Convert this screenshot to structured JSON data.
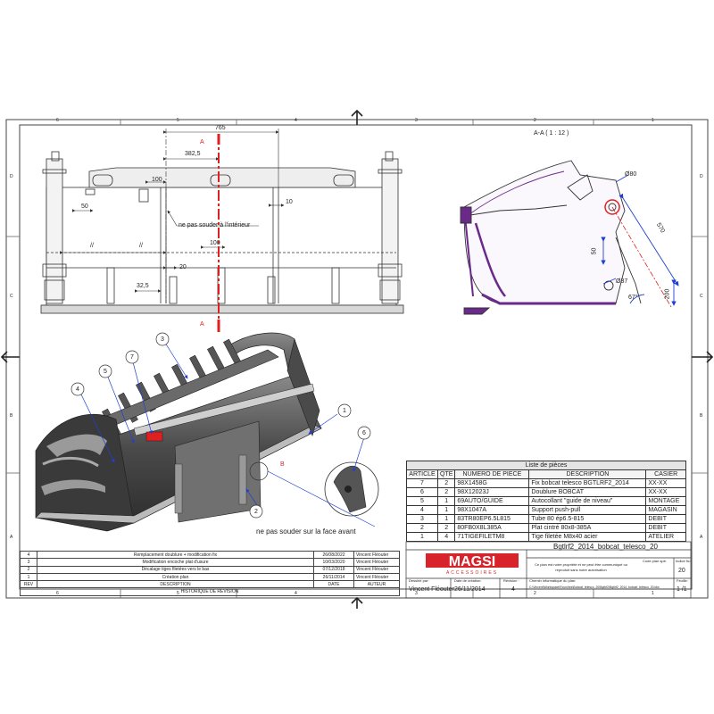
{
  "drawing": {
    "zone_numbers_top": [
      "6",
      "5",
      "4",
      "3",
      "2",
      "1"
    ],
    "zone_numbers_bottom": [
      "6",
      "5",
      "4",
      "3",
      "2",
      "1"
    ],
    "zone_letters_left": [
      "D",
      "C",
      "B",
      "A"
    ],
    "zone_letters_right": [
      "D",
      "C",
      "B",
      "A"
    ],
    "front_view": {
      "dim_765": "765",
      "dim_382": "382,5",
      "dim_100a": "100",
      "dim_50": "50",
      "dim_10": "10",
      "dim_100b": "100",
      "dim_20": "20",
      "dim_32": "32,5",
      "marker_A": "A",
      "note_inside": "ne pas souder à l'intérieur",
      "mark_equal": "//"
    },
    "section": {
      "title": "A-A ( 1 : 12 )",
      "dim_d80": "Ø80",
      "dim_570": "570",
      "dim_50": "50",
      "dim_d37": "Ø37",
      "dim_200": "200",
      "dim_67": "67°"
    },
    "iso_view": {
      "balloons": [
        "1",
        "2",
        "3",
        "4",
        "5",
        "6",
        "7"
      ],
      "detail_label": "B",
      "note_front": "ne pas souder sur la face avant"
    }
  },
  "parts_list": {
    "title": "Liste de pièces",
    "headers": [
      "ARTICLE",
      "QTE",
      "NUMERO DE PIECE",
      "DESCRIPTION",
      "CASIER"
    ],
    "rows": [
      [
        "7",
        "2",
        "98X1458G",
        "Fix bobcat telesco BGTLRF2_2014",
        "XX-XX"
      ],
      [
        "6",
        "2",
        "98X12023J",
        "Doublure BOBCAT",
        "XX-XX"
      ],
      [
        "5",
        "1",
        "69AUTO/GUIDE",
        "Autocollant \"guide de niveau\"",
        "MONTAGE"
      ],
      [
        "4",
        "1",
        "98X1047A",
        "Support push-pull",
        "MAGASIN"
      ],
      [
        "3",
        "1",
        "83TR80EP6.5L815",
        "Tube 80 ép6.5-815",
        "DEBIT"
      ],
      [
        "2",
        "2",
        "80FB0X8L385A",
        "Plat cintré 80x8-385A",
        "DEBIT"
      ],
      [
        "1",
        "4",
        "71TIGEFILETM8",
        "Tige filetée M8x40 acier",
        "ATELIER"
      ]
    ]
  },
  "revisions": {
    "rows": [
      [
        "4",
        "Remplacement doublure + modification fix",
        "26/08/2022",
        "Vincent Fléouter"
      ],
      [
        "3",
        "Modification encoche plat d'usure",
        "10/03/2020",
        "Vincent Fléouter"
      ],
      [
        "2",
        "Décalage tiges filetées vers le bas",
        "07/12/2018",
        "Vincent Fléouter"
      ],
      [
        "1",
        "Création plan",
        "26/11/2014",
        "Vincent Fléouter"
      ]
    ],
    "header": [
      "REV",
      "DESCRIPTION",
      "DATE",
      "AUTEUR"
    ],
    "caption": "HISTORIQUE DE REVISION"
  },
  "title_block": {
    "filename": "Bgtlrf2_2014_bobcat_telesco_20",
    "logo": "MAGSI",
    "logo_sub": "ACCESSOIRES",
    "legal": "Ce plan est notre propriété et ne peut être communiqué ou reproduit sans notre autorisation",
    "code_label": "Code plan spé:",
    "index_label": "Indice fic:",
    "index_value": "20",
    "drawn_by_label": "Dessiné par:",
    "drawn_by": "Vincent Fléouter",
    "date_label": "Date de création:",
    "date": "26/11/2014",
    "revision_label": "Révision :",
    "revision": "4",
    "path_label": "Chemin informatique du plan:",
    "path": "C:\\Vincent\\Workspace\\Fourches\\Bobcat_telesco_20\\Bgtlrf2\\Bgtlrf2_2014_bobcat_telesco_20.idw",
    "sheet_label": "Feuille:",
    "sheet": "1 /1"
  },
  "colors": {
    "red": "#e02020",
    "line": "#333333",
    "purple": "#6a2a8a",
    "blue": "#2040d0",
    "dimred": "#c03030"
  }
}
